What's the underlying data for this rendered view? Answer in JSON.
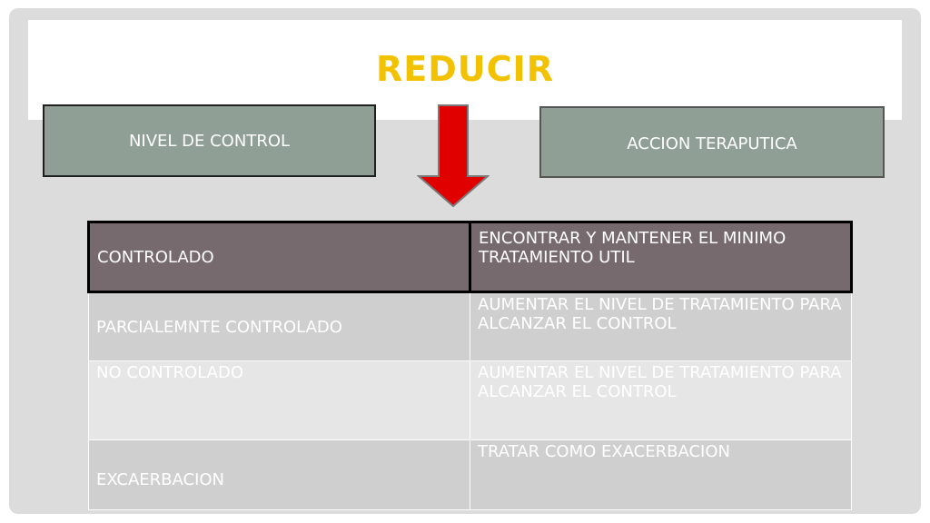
{
  "slide": {
    "title": "REDUCIR",
    "left_box": "NIVEL DE CONTROL",
    "right_box": "ACCION TERAPUTICA"
  },
  "table": {
    "rows": [
      {
        "level": "CONTROLADO",
        "action": "ENCONTRAR Y MANTENER EL MINIMO TRATAMIENTO UTIL"
      },
      {
        "level": "PARCIALEMNTE CONTROLADO",
        "action": "AUMENTAR EL NIVEL DE TRATAMIENTO PARA ALCANZAR EL CONTROL"
      },
      {
        "level": "NO CONTROLADO",
        "action": "AUMENTAR EL NIVEL DE TRATAMIENTO PARA ALCANZAR EL CONTROL"
      },
      {
        "level": "EXCAERBACION",
        "action": "TRATAR COMO EXACERBACION"
      }
    ]
  },
  "colors": {
    "title": "#f2c200",
    "box_fill": "#8f9f95",
    "arrow": "#e00000",
    "header_row": "#766a6e"
  },
  "icons": {
    "arrow": "down-arrow-icon"
  }
}
